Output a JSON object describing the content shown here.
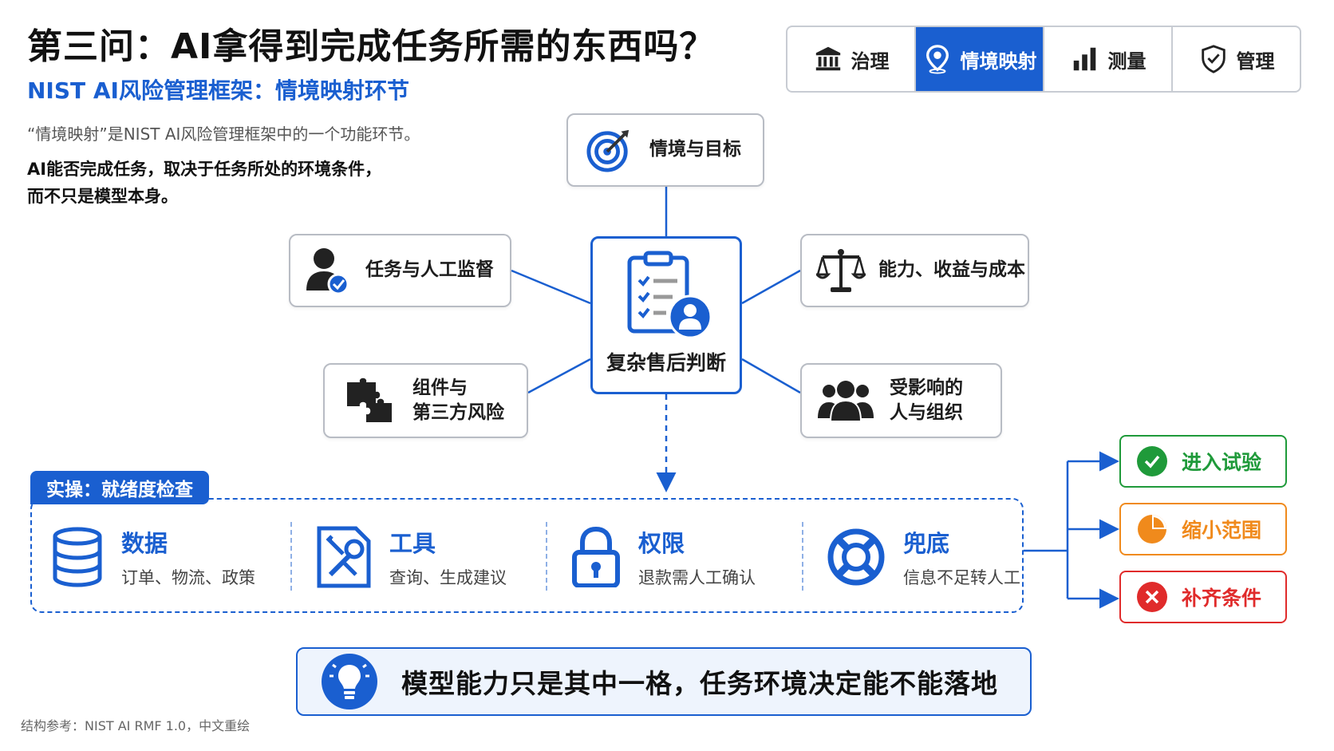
{
  "header": {
    "title": "第三问：AI拿得到完成任务所需的东西吗？",
    "subtitle": "NIST AI风险管理框架：情境映射环节",
    "intro_line1": "“情境映射”是NIST AI风险管理框架中的一个功能环节。",
    "intro_line2": "AI能否完成任务，取决于任务所处的环境条件，",
    "intro_line3": "而不只是模型本身。"
  },
  "tabs": [
    {
      "label": "治理",
      "icon": "institution-icon",
      "active": false
    },
    {
      "label": "情境映射",
      "icon": "map-pin-icon",
      "active": true
    },
    {
      "label": "测量",
      "icon": "bar-chart-icon",
      "active": false
    },
    {
      "label": "管理",
      "icon": "shield-check-icon",
      "active": false
    }
  ],
  "diagram": {
    "center": {
      "label": "复杂售后判断",
      "icon": "checklist-person-icon"
    },
    "top": {
      "label": "情境与目标",
      "icon": "target-icon"
    },
    "left_top": {
      "label": "任务与人工监督",
      "icon": "user-check-icon"
    },
    "left_bottom": {
      "line1": "组件与",
      "line2": "第三方风险",
      "icon": "puzzle-icon"
    },
    "right_top": {
      "label": "能力、收益与成本",
      "icon": "scale-icon"
    },
    "right_bottom": {
      "line1": "受影响的",
      "line2": "人与组织",
      "icon": "group-icon"
    }
  },
  "readiness": {
    "tag": "实操：就绪度检查",
    "items": [
      {
        "title": "数据",
        "desc": "订单、物流、政策",
        "icon": "database-icon"
      },
      {
        "title": "工具",
        "desc": "查询、生成建议",
        "icon": "tools-icon"
      },
      {
        "title": "权限",
        "desc": "退款需人工确认",
        "icon": "lock-icon"
      },
      {
        "title": "兜底",
        "desc": "信息不足转人工",
        "icon": "lifebuoy-icon"
      }
    ]
  },
  "outcomes": [
    {
      "label": "进入试验",
      "icon": "check-icon",
      "color": "#1f9a3a"
    },
    {
      "label": "缩小范围",
      "icon": "pie-icon",
      "color": "#f08a1c"
    },
    {
      "label": "补齐条件",
      "icon": "x-icon",
      "color": "#e02b2b"
    }
  ],
  "banner": {
    "text": "模型能力只是其中一格，任务环境决定能不能落地",
    "icon": "lightbulb-icon"
  },
  "source": "结构参考：NIST AI RMF 1.0，中文重绘",
  "colors": {
    "accent": "#1a5fd0",
    "green": "#1f9a3a",
    "orange": "#f08a1c",
    "red": "#e02b2b"
  }
}
